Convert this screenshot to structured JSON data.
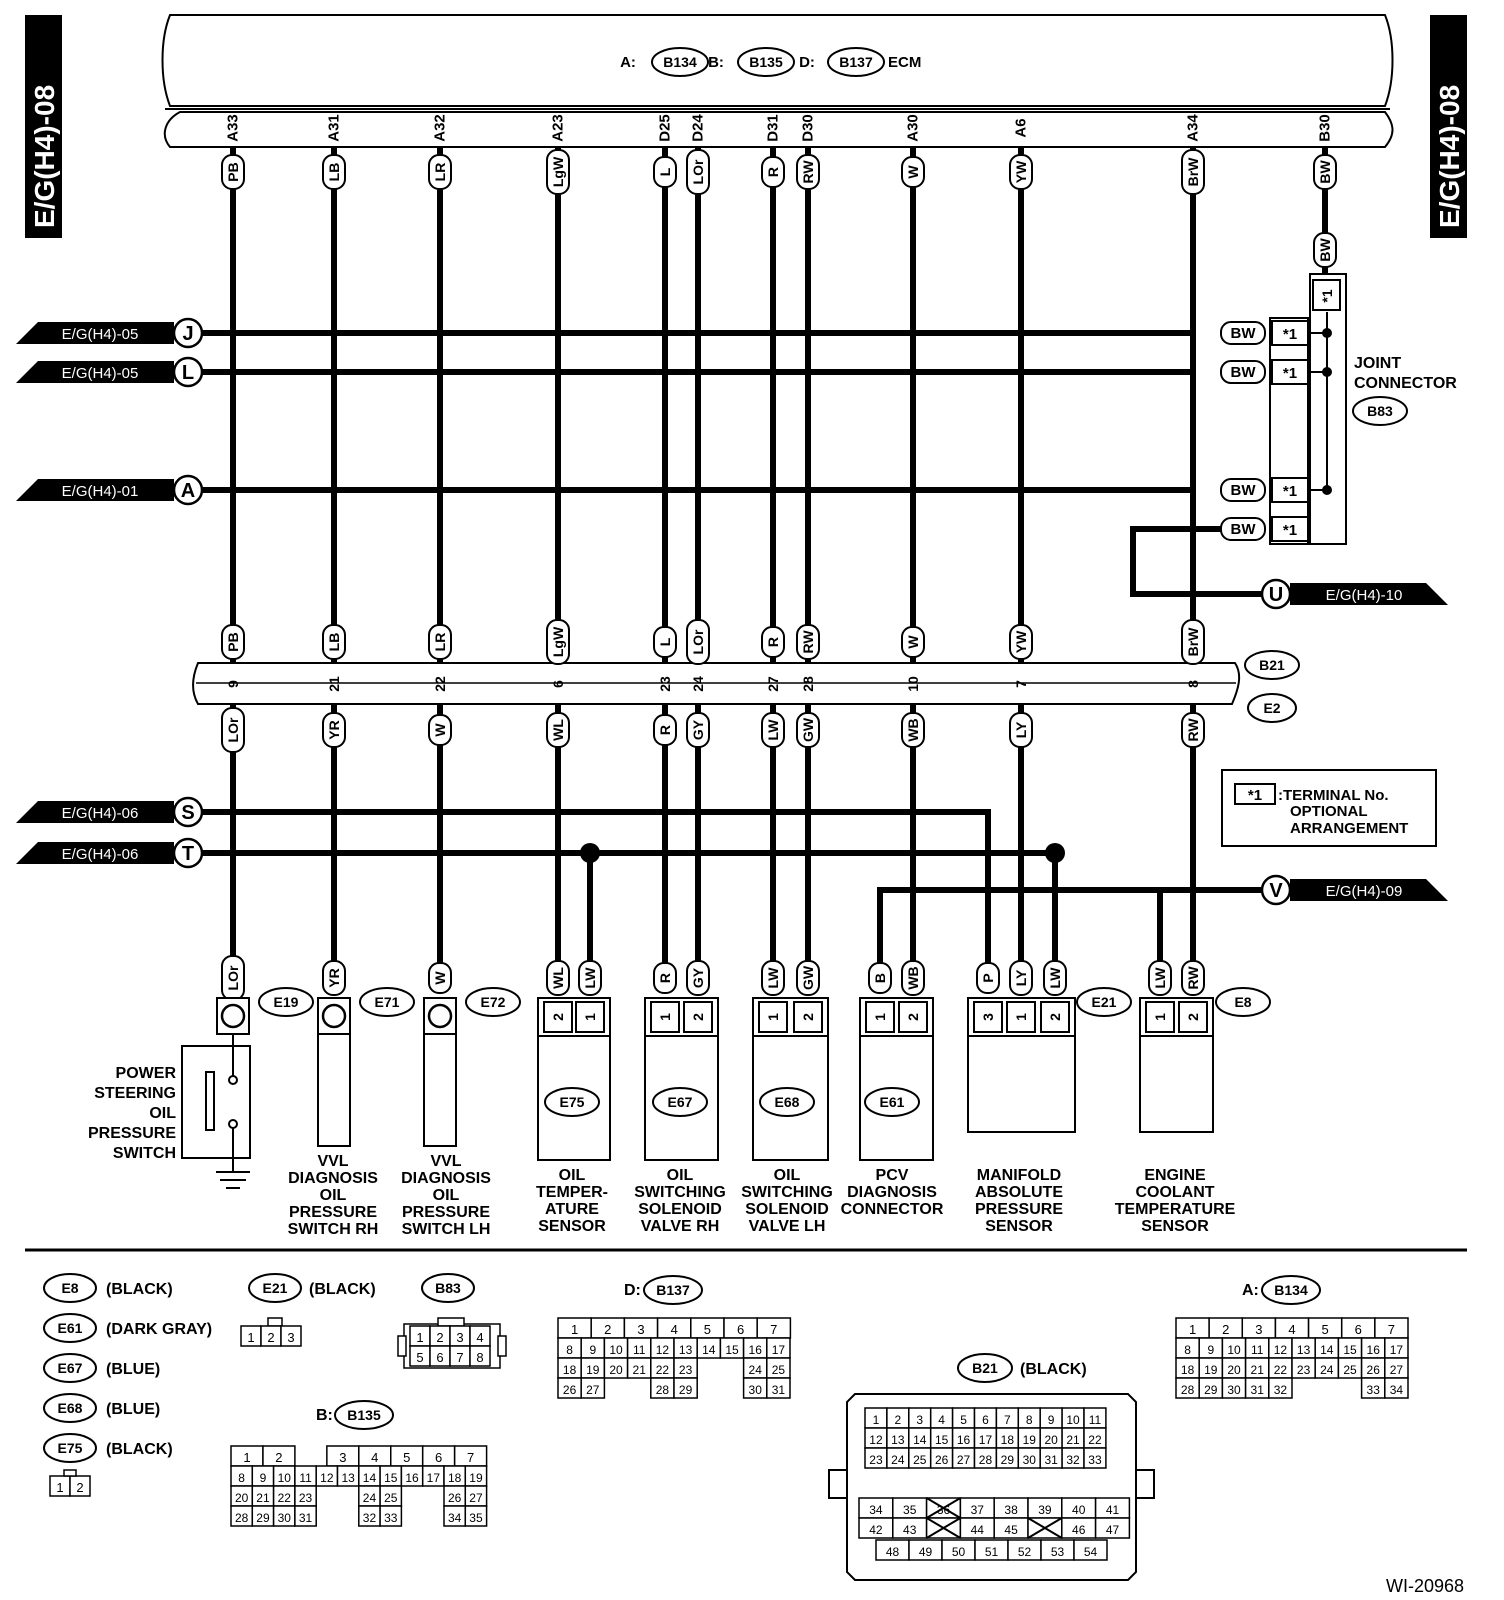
{
  "page_ref": "E/G(H4)-08",
  "figure_id": "WI-20968",
  "ecm": {
    "label": "ECM",
    "conn": [
      {
        "prefix": "A:",
        "code": "B134"
      },
      {
        "prefix": "B:",
        "code": "B135"
      },
      {
        "prefix": "D:",
        "code": "B137"
      }
    ]
  },
  "circuits": [
    {
      "term": "A33",
      "top": "PB",
      "b21": "9",
      "bot": "LOr",
      "dev": "LOr"
    },
    {
      "term": "A31",
      "top": "LB",
      "b21": "21",
      "bot": "YR",
      "dev": "YR"
    },
    {
      "term": "A32",
      "top": "LR",
      "b21": "22",
      "bot": "W",
      "dev": "W"
    },
    {
      "term": "A23",
      "top": "LgW",
      "b21": "6",
      "bot": "WL",
      "dev": "WL"
    },
    {
      "term": "D25",
      "top": "L",
      "b21": "23",
      "bot": "R",
      "dev": "R"
    },
    {
      "term": "D24",
      "top": "LOr",
      "b21": "24",
      "bot": "GY",
      "dev": "GY"
    },
    {
      "term": "D31",
      "top": "R",
      "b21": "27",
      "bot": "LW",
      "dev": "LW"
    },
    {
      "term": "D30",
      "top": "RW",
      "b21": "28",
      "bot": "GW",
      "dev": "GW"
    },
    {
      "term": "A30",
      "top": "W",
      "b21": "10",
      "bot": "WB",
      "dev": "WB"
    },
    {
      "term": "A6",
      "top": "YW",
      "b21": "7",
      "bot": "LY",
      "dev": "LY"
    },
    {
      "term": "A34",
      "top": "BrW",
      "b21": "8",
      "bot": "RW",
      "dev": "RW"
    },
    {
      "term": "B30",
      "top": "BW"
    }
  ],
  "joint": {
    "title": "JOINT CONNECTOR",
    "code": "B83",
    "wire": "BW",
    "pin": "*1"
  },
  "refs": [
    {
      "page": "E/G(H4)-05",
      "letter": "J"
    },
    {
      "page": "E/G(H4)-05",
      "letter": "L"
    },
    {
      "page": "E/G(H4)-01",
      "letter": "A"
    },
    {
      "page": "E/G(H4)-10",
      "letter": "U"
    },
    {
      "page": "E/G(H4)-06",
      "letter": "S"
    },
    {
      "page": "E/G(H4)-06",
      "letter": "T"
    },
    {
      "page": "E/G(H4)-09",
      "letter": "V"
    }
  ],
  "b21_code": "B21",
  "e2_code": "E2",
  "note": {
    "sym": "*1",
    "lines": [
      ":TERMINAL No.",
      "OPTIONAL",
      "ARRANGEMENT"
    ]
  },
  "devices": [
    {
      "code": "E19",
      "name": [
        "POWER",
        "STEERING",
        "OIL",
        "PRESSURE",
        "SWITCH"
      ]
    },
    {
      "code": "E71",
      "name": [
        "VVL",
        "DIAGNOSIS",
        "OIL",
        "PRESSURE",
        "SWITCH RH"
      ]
    },
    {
      "code": "E72",
      "name": [
        "VVL",
        "DIAGNOSIS",
        "OIL",
        "PRESSURE",
        "SWITCH LH"
      ]
    },
    {
      "code": "E75",
      "name": [
        "OIL",
        "TEMPER-",
        "ATURE",
        "SENSOR"
      ],
      "wires": [
        "WL",
        "LW"
      ],
      "pins": [
        "2",
        "1"
      ]
    },
    {
      "code": "E67",
      "name": [
        "OIL",
        "SWITCHING",
        "SOLENOID",
        "VALVE RH"
      ],
      "wires": [
        "R",
        "GY"
      ],
      "pins": [
        "1",
        "2"
      ]
    },
    {
      "code": "E68",
      "name": [
        "OIL",
        "SWITCHING",
        "SOLENOID",
        "VALVE LH"
      ],
      "wires": [
        "LW",
        "GW"
      ],
      "pins": [
        "1",
        "2"
      ]
    },
    {
      "code": "E61",
      "name": [
        "PCV",
        "DIAGNOSIS",
        "CONNECTOR"
      ],
      "wires": [
        "B",
        "WB"
      ],
      "pins": [
        "1",
        "2"
      ]
    },
    {
      "code": "E21",
      "name": [
        "MANIFOLD",
        "ABSOLUTE",
        "PRESSURE",
        "SENSOR"
      ],
      "wires": [
        "P",
        "LY",
        "LW"
      ],
      "pins": [
        "3",
        "1",
        "2"
      ]
    },
    {
      "code": "E8",
      "name": [
        "ENGINE",
        "COOLANT",
        "TEMPERATURE",
        "SENSOR"
      ],
      "wires": [
        "LW",
        "RW"
      ],
      "pins": [
        "1",
        "2"
      ]
    }
  ],
  "legend": {
    "colors": [
      {
        "code": "E8",
        "color": "(BLACK)"
      },
      {
        "code": "E61",
        "color": "(DARK GRAY)"
      },
      {
        "code": "E67",
        "color": "(BLUE)"
      },
      {
        "code": "E68",
        "color": "(BLUE)"
      },
      {
        "code": "E75",
        "color": "(BLACK)"
      }
    ],
    "e21": {
      "code": "E21",
      "color": "(BLACK)",
      "pins": [
        "1",
        "2",
        "3"
      ]
    },
    "two_pin": [
      "1",
      "2"
    ],
    "b83": {
      "code": "B83",
      "rows": [
        [
          "1",
          "2",
          "3",
          "4"
        ],
        [
          "5",
          "6",
          "7",
          "8"
        ]
      ]
    },
    "b135": {
      "prefix": "B:",
      "code": "B135"
    },
    "b137": {
      "prefix": "D:",
      "code": "B137"
    },
    "b134": {
      "prefix": "A:",
      "code": "B134"
    },
    "b21": {
      "code": "B21",
      "color": "(BLACK)"
    }
  }
}
